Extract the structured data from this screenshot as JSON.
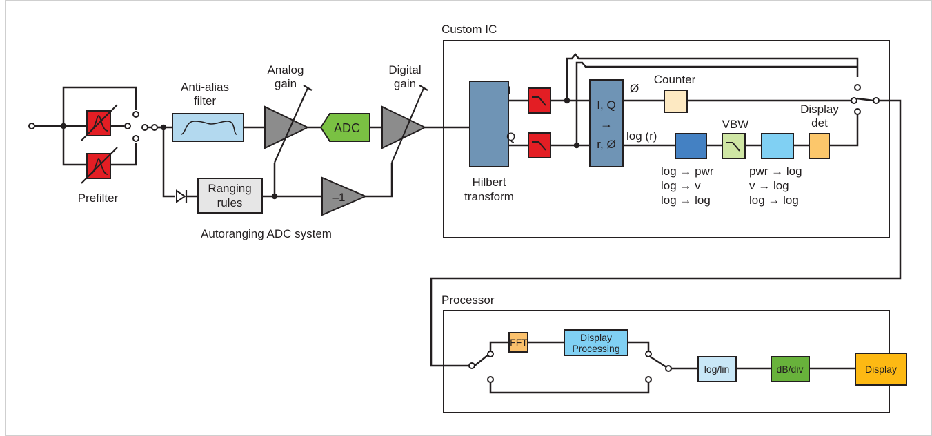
{
  "labels": {
    "prefilter": "Prefilter",
    "anti_alias_1": "Anti-alias",
    "anti_alias_2": "filter",
    "analog_gain_1": "Analog",
    "analog_gain_2": "gain",
    "adc": "ADC",
    "digital_gain_1": "Digital",
    "digital_gain_2": "gain",
    "ranging_1": "Ranging",
    "ranging_2": "rules",
    "minus_one": "–1",
    "autoranging": "Autoranging ADC system",
    "custom_ic": "Custom IC",
    "hilbert_1": "Hilbert",
    "hilbert_2": "transform",
    "i": "I",
    "q": "Q",
    "conv_1": "I, Q",
    "conv_arrow": "→",
    "conv_2": "r, Ø",
    "phi": "Ø",
    "log_r": "log (r)",
    "counter": "Counter",
    "vbw": "VBW",
    "display_det_1": "Display",
    "display_det_2": "det",
    "log_left": [
      "log → pwr",
      "log → v",
      "log → log"
    ],
    "log_right": [
      "pwr → log",
      "v → log",
      "log → log"
    ],
    "processor": "Processor",
    "fft": "FFT",
    "display_processing_1": "Display",
    "display_processing_2": "Processing",
    "log_lin": "log/lin",
    "db_div": "dB/div",
    "display": "Display"
  },
  "colors": {
    "filter_red": "#e31e24",
    "anti_alias_blue": "#b3d9ef",
    "amp_gray": "#8c8c8c",
    "adc_green": "#7ac143",
    "hilbert_blue": "#6f94b5",
    "counter_cream": "#fde9c2",
    "dark_blue": "#4481c3",
    "vbw_green": "#cfe6a4",
    "light_cyan": "#80d0f3",
    "orange": "#fcc76b",
    "fft_orange": "#fbc16c",
    "log_lin_blue": "#c9e7f7",
    "db_div_green": "#68b23b",
    "display_yellow": "#fdb913",
    "ranging_gray": "#e6e6e6"
  }
}
